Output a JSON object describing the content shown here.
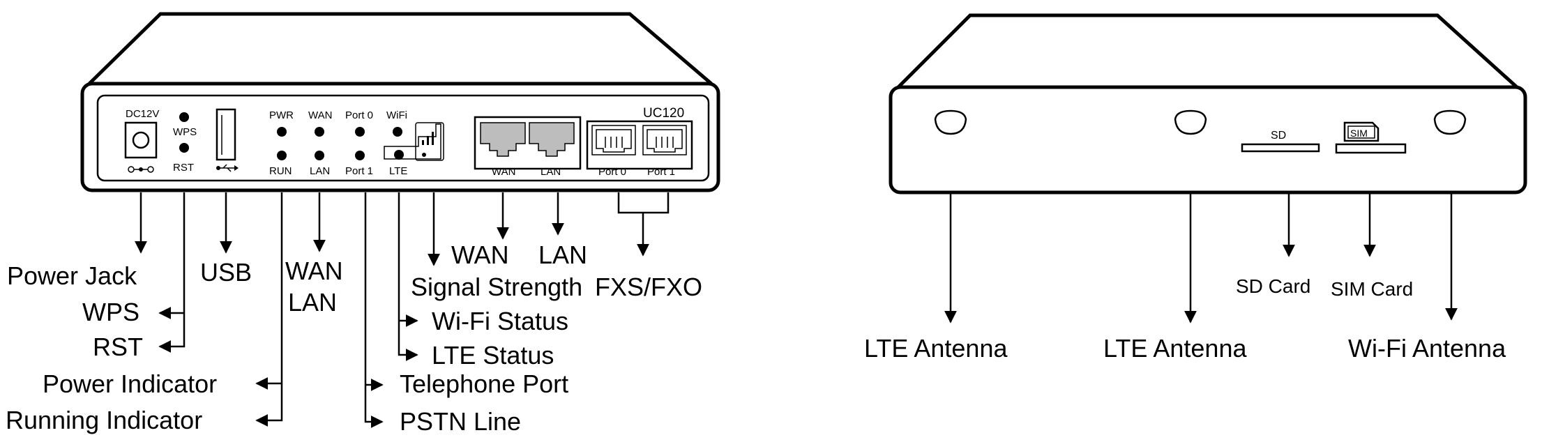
{
  "front": {
    "model": "UC120",
    "panel": {
      "dc": "DC12V",
      "wps": "WPS",
      "rst": "RST",
      "pwr": "PWR",
      "run": "RUN",
      "wan": "WAN",
      "lan": "LAN",
      "port0": "Port 0",
      "port1": "Port 1",
      "wifi": "WiFi",
      "lte": "LTE",
      "eth_wan": "WAN",
      "eth_lan": "LAN",
      "fx_port0": "Port 0",
      "fx_port1": "Port 1"
    },
    "callouts": {
      "power_jack": "Power Jack",
      "wps": "WPS",
      "rst": "RST",
      "power_indicator": "Power Indicator",
      "running_indicator": "Running Indicator",
      "usb": "USB",
      "wan_led": "WAN",
      "lan_led": "LAN",
      "telephone_port": "Telephone Port",
      "pstn_line": "PSTN Line",
      "wifi_status": "Wi-Fi Status",
      "lte_status": "LTE Status",
      "signal_strength": "Signal Strength",
      "wan_port": "WAN",
      "lan_port": "LAN",
      "fxs_fxo": "FXS/FXO"
    }
  },
  "rear": {
    "panel": {
      "sd": "SD",
      "sim": "SIM"
    },
    "callouts": {
      "lte_antenna_1": "LTE Antenna",
      "lte_antenna_2": "LTE Antenna",
      "sd_card": "SD Card",
      "sim_card": "SIM Card",
      "wifi_antenna": "Wi-Fi Antenna"
    }
  }
}
